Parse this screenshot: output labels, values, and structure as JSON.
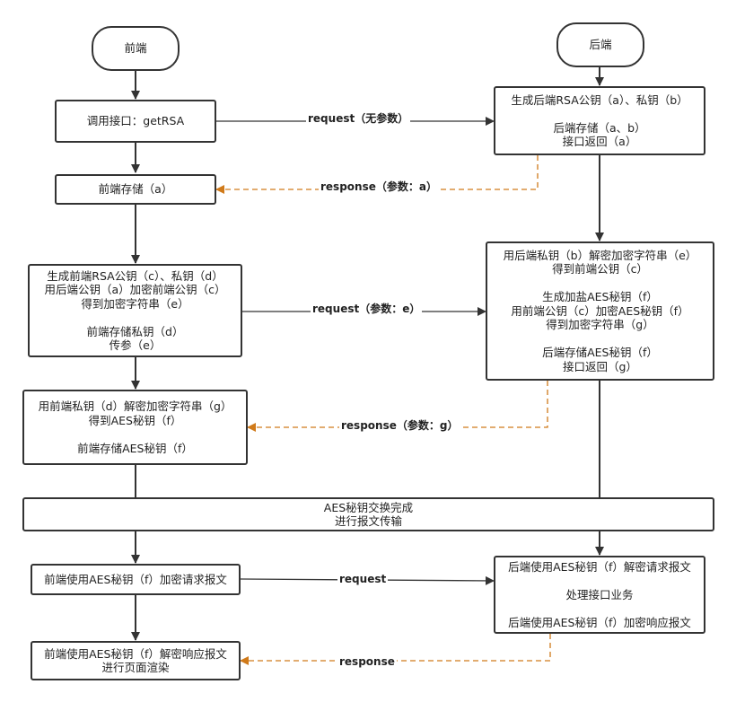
{
  "nodes": {
    "frontend": {
      "lines": [
        "前端"
      ]
    },
    "backend": {
      "lines": [
        "后端"
      ]
    },
    "call_getrsa": {
      "lines": [
        "调用接口：getRSA"
      ]
    },
    "backend_gen_rsa": {
      "lines": [
        "生成后端RSA公钥（a）、私钥（b）",
        "",
        "后端存储（a、b）",
        "接口返回（a）"
      ]
    },
    "frontend_store_a": {
      "lines": [
        "前端存储（a）"
      ]
    },
    "frontend_gen_rsa": {
      "lines": [
        "生成前端RSA公钥（c）、私钥（d）",
        "用后端公钥（a）加密前端公钥（c）",
        "得到加密字符串（e）",
        "",
        "前端存储私钥（d）",
        "传参（e）"
      ]
    },
    "backend_decrypt": {
      "lines": [
        "用后端私钥（b）解密加密字符串（e）",
        "得到前端公钥（c）",
        "",
        "生成加盐AES秘钥（f）",
        "用前端公钥（c）加密AES秘钥（f）",
        "得到加密字符串（g）",
        "",
        "后端存储AES秘钥（f）",
        "接口返回（g）"
      ]
    },
    "frontend_decrypt": {
      "lines": [
        "用前端私钥（d）解密加密字符串（g）",
        "得到AES秘钥（f）",
        "",
        "前端存储AES秘钥（f）"
      ]
    },
    "aes_done": {
      "lines": [
        "AES秘钥交换完成",
        "进行报文传输"
      ]
    },
    "frontend_encrypt_req": {
      "lines": [
        "前端使用AES秘钥（f）加密请求报文"
      ]
    },
    "backend_process": {
      "lines": [
        "后端使用AES秘钥（f）解密请求报文",
        "",
        "处理接口业务",
        "",
        "后端使用AES秘钥（f）加密响应报文"
      ]
    },
    "frontend_decrypt_resp": {
      "lines": [
        "前端使用AES秘钥（f）解密响应报文",
        "进行页面渲染"
      ]
    }
  },
  "edge_labels": {
    "req1": "request（无参数）",
    "resp1": "response（参数：a）",
    "req2": "request（参数：e）",
    "resp2": "response（参数：g）",
    "req3": "request",
    "resp3": "response"
  },
  "colors": {
    "border": "#333333",
    "solid_line": "#333333",
    "dashed_line": "#d07a1a"
  }
}
